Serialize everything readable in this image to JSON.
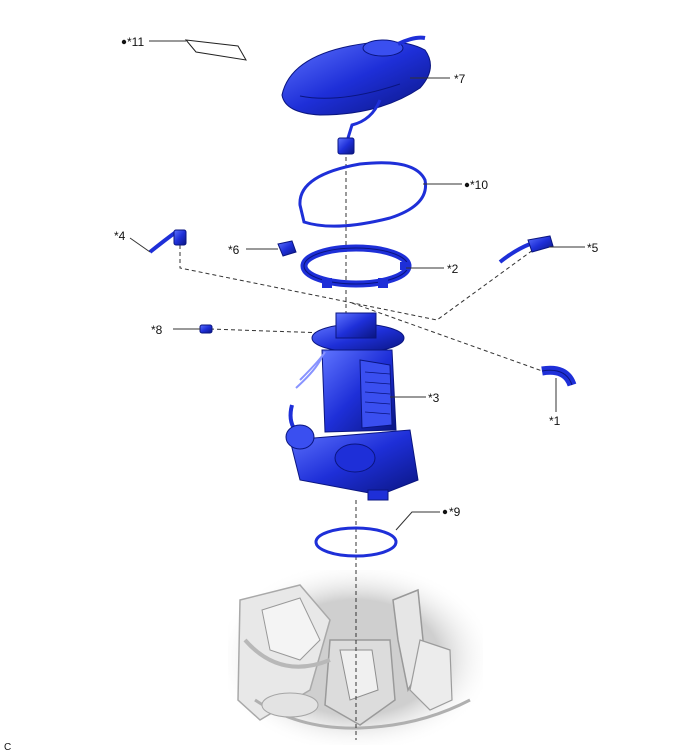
{
  "callouts": {
    "c1": "*1",
    "c2": "*2",
    "c3": "*3",
    "c4": "*4",
    "c5": "*5",
    "c6": "*6",
    "c7": "*7",
    "c8": "*8",
    "c9": "*9",
    "c10": "*10",
    "c11": "*11"
  },
  "corner_code": "C",
  "colors": {
    "part_blue": "#1e2fd8",
    "part_dark": "#0a1580",
    "part_light": "#5f74ff",
    "background_gray": "#d9d9d9",
    "leader": "#333333"
  }
}
